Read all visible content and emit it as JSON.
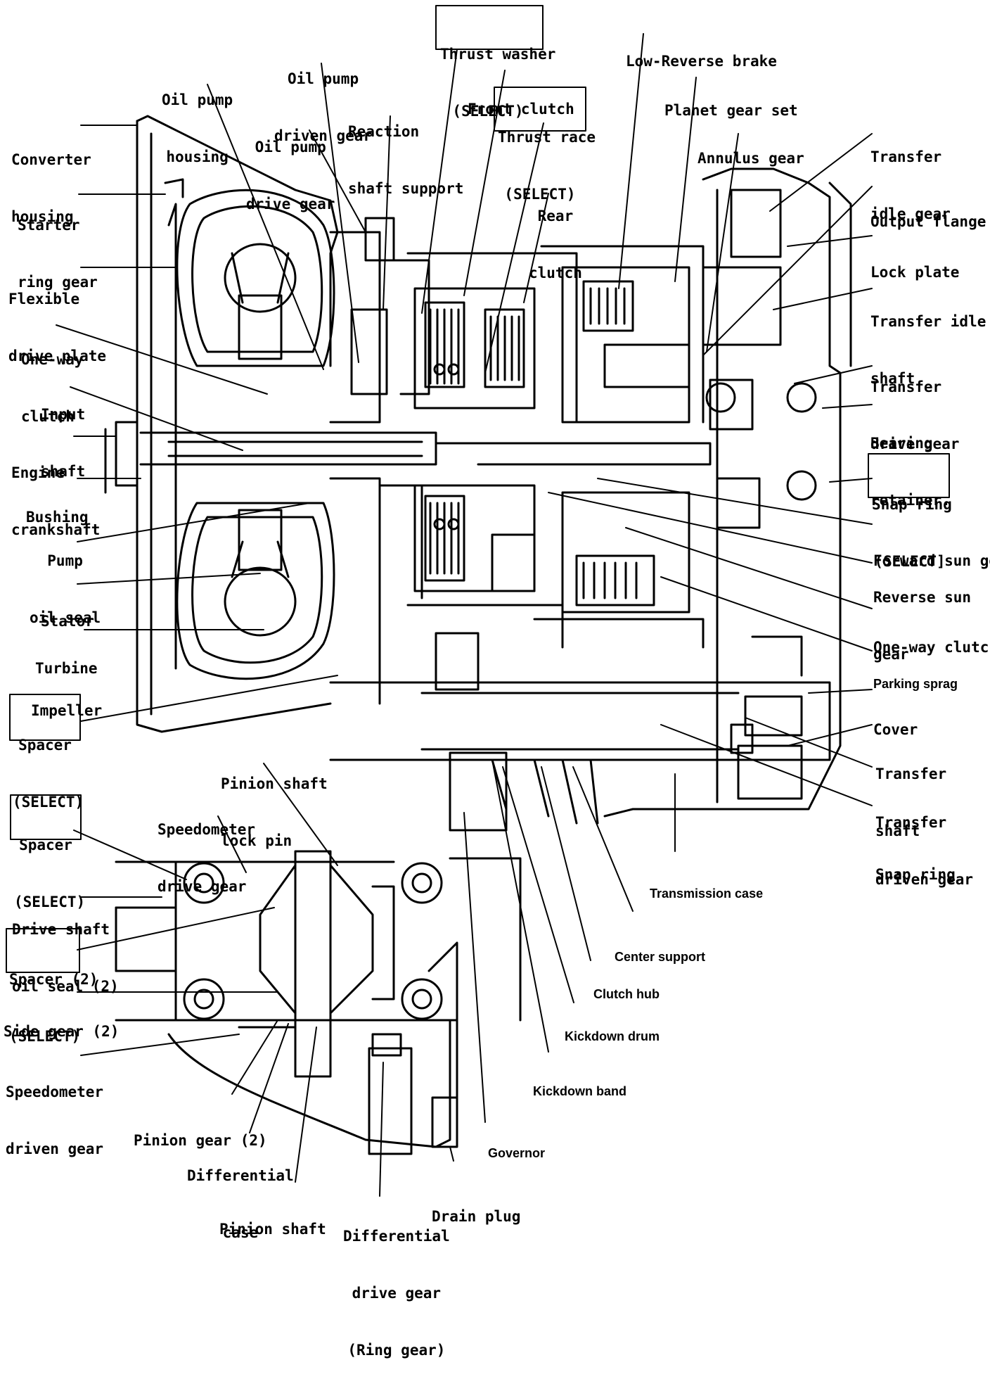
{
  "diagram": {
    "labels": {
      "thrust_washer": [
        "Thrust washer",
        "(SELECT)"
      ],
      "low_reverse_brake": [
        "Low-Reverse brake"
      ],
      "oil_pump_driven_gear": [
        "Oil pump",
        "driven gear"
      ],
      "oil_pump_housing": [
        "Oil pump",
        "housing"
      ],
      "front_clutch": [
        "Front clutch"
      ],
      "planet_gear_set": [
        "Planet gear set"
      ],
      "reaction_shaft_support": [
        "Reaction",
        "shaft support"
      ],
      "thrust_race": [
        "Thrust race",
        "(SELECT)"
      ],
      "oil_pump_drive_gear": [
        "Oil pump",
        "drive gear"
      ],
      "annulus_gear": [
        "Annulus gear"
      ],
      "transfer_idle_gear": [
        "Transfer",
        "idle gear"
      ],
      "converter_housing": [
        "Converter",
        "housing"
      ],
      "rear_clutch": [
        "Rear",
        "clutch"
      ],
      "output_flange": [
        "Output flange"
      ],
      "starter_ring_gear": [
        "Starter",
        "ring gear"
      ],
      "lock_plate": [
        "Lock plate"
      ],
      "flexible_drive_plate": [
        "Flexible",
        "drive plate"
      ],
      "transfer_idle_shaft": [
        "Transfer idle",
        "shaft"
      ],
      "one_way_clutch_upper": [
        "One-way",
        "clutch"
      ],
      "transfer_drive_gear": [
        "Transfer",
        "drive gear"
      ],
      "input_shaft": [
        "Input",
        "shaft"
      ],
      "bearing_retainer": [
        "Bearing",
        "retainer."
      ],
      "engine_crankshaft": [
        "Engine",
        "crankshaft"
      ],
      "snap_ring_select": [
        "Snap ring",
        "(SELECT]"
      ],
      "bushing": [
        "Bushing"
      ],
      "forward_sun_gear": [
        "Forward sun gear"
      ],
      "pump_oil_seal": [
        "Pump",
        "oil seal"
      ],
      "reverse_sun_gear": [
        "Reverse sun",
        "gear"
      ],
      "stator": [
        "Stator"
      ],
      "one_way_clutch_lower": [
        "One-way clutch"
      ],
      "turbine": [
        "Turbine"
      ],
      "parking_sprag": [
        "Parking sprag"
      ],
      "impeller": [
        "Impeller"
      ],
      "cover": [
        "Cover"
      ],
      "spacer_top": [
        "Spacer",
        "(SELECT)"
      ],
      "transfer_shaft": [
        "Transfer",
        "shaft"
      ],
      "pinion_shaft_lock_pin": [
        "Pinion shaft",
        "lock pin"
      ],
      "transfer_driven_gear": [
        "Transfer",
        "driven gear"
      ],
      "speedometer_drive_gear": [
        "Speedometer",
        "drive gear"
      ],
      "spacer_mid": [
        "Spacer",
        "(SELECT)"
      ],
      "snap_ring": [
        "Snap ring"
      ],
      "transmission_case": [
        "Transmission case"
      ],
      "drive_shaft_oil_seal": [
        "Drive shaft",
        "oil seal (2)"
      ],
      "center_support": [
        "Center support"
      ],
      "spacer_2": [
        "Spacer (2)",
        "(SELECT)"
      ],
      "clutch_hub": [
        "Clutch hub"
      ],
      "side_gear": [
        "Side gear (2)"
      ],
      "kickdown_drum": [
        "Kickdown drum"
      ],
      "speedometer_driven_gear": [
        "Speedometer",
        "driven gear"
      ],
      "kickdown_band": [
        "Kickdown band"
      ],
      "pinion_gear": [
        "Pinion gear (2)"
      ],
      "governor": [
        "Governor"
      ],
      "differential_case": [
        "Differential",
        "case"
      ],
      "drain_plug": [
        "Drain plug"
      ],
      "pinion_shaft": [
        "Pinion shaft"
      ],
      "differential_drive_gear": [
        "Differential",
        "drive gear",
        "(Ring gear)"
      ]
    }
  }
}
